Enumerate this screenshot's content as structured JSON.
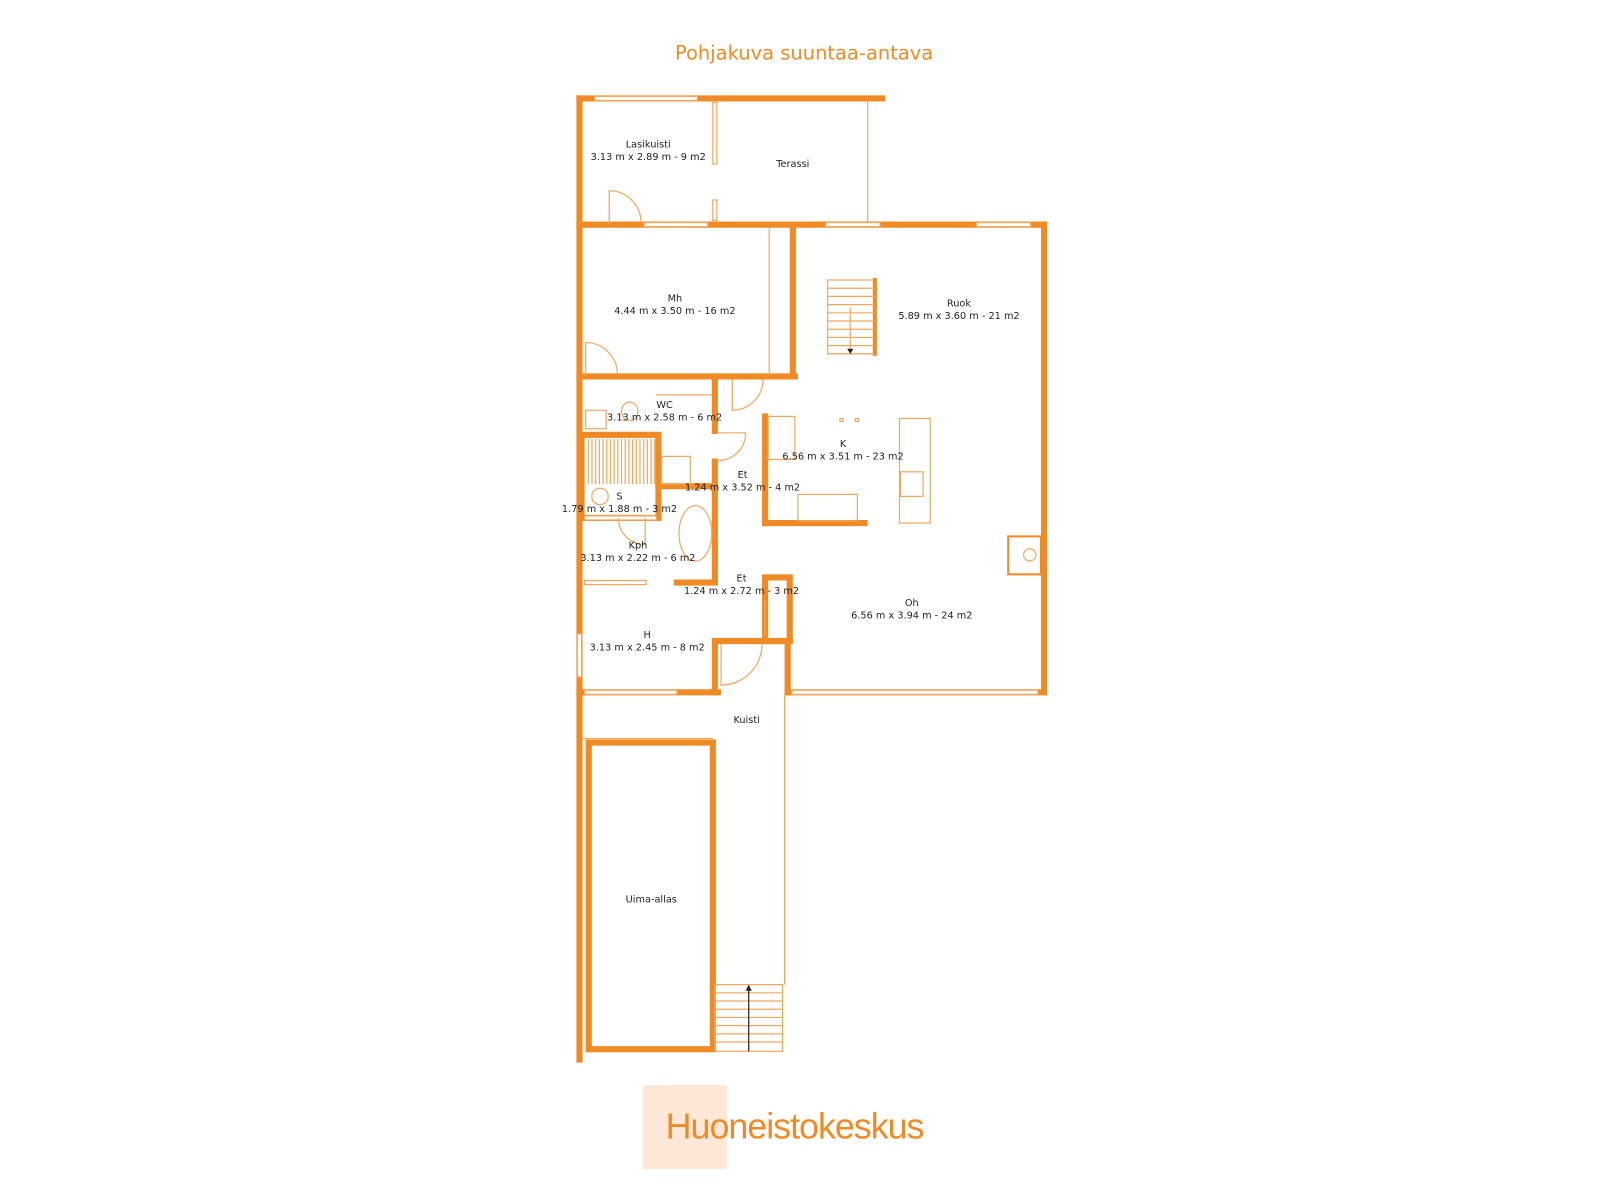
{
  "title": "Pohjakuva suuntaa-antava",
  "colors": {
    "wall": "#f08a24",
    "fixture": "#f0a860",
    "logo_bg": "#fde8d8"
  },
  "rooms": {
    "lasikuisti": {
      "name": "Lasikuisti",
      "size": "3.13 m x 2.89 m - 9 m2"
    },
    "terassi": {
      "name": "Terassi"
    },
    "mh": {
      "name": "Mh",
      "size": "4.44 m x 3.50 m - 16 m2"
    },
    "ruok": {
      "name": "Ruok",
      "size": "5.89 m x 3.60 m - 21 m2"
    },
    "wc": {
      "name": "WC",
      "size": "3.13 m x 2.58 m - 6 m2"
    },
    "k": {
      "name": "K",
      "size": "6.56 m x 3.51 m - 23 m2"
    },
    "et1": {
      "name": "Et",
      "size": "1.24 m x 3.52 m - 4 m2"
    },
    "s": {
      "name": "S",
      "size": "1.79 m x 1.88 m - 3 m2"
    },
    "kph": {
      "name": "Kph",
      "size": "3.13 m x 2.22 m - 6 m2"
    },
    "et2": {
      "name": "Et",
      "size": "1.24 m x 2.72 m - 3 m2"
    },
    "oh": {
      "name": "Oh",
      "size": "6.56 m x 3.94 m - 24 m2"
    },
    "h": {
      "name": "H",
      "size": "3.13 m x 2.45 m - 8 m2"
    },
    "kuisti": {
      "name": "Kuisti"
    },
    "uima_allas": {
      "name": "Uima-allas"
    }
  },
  "logo": "Huoneistokeskus"
}
